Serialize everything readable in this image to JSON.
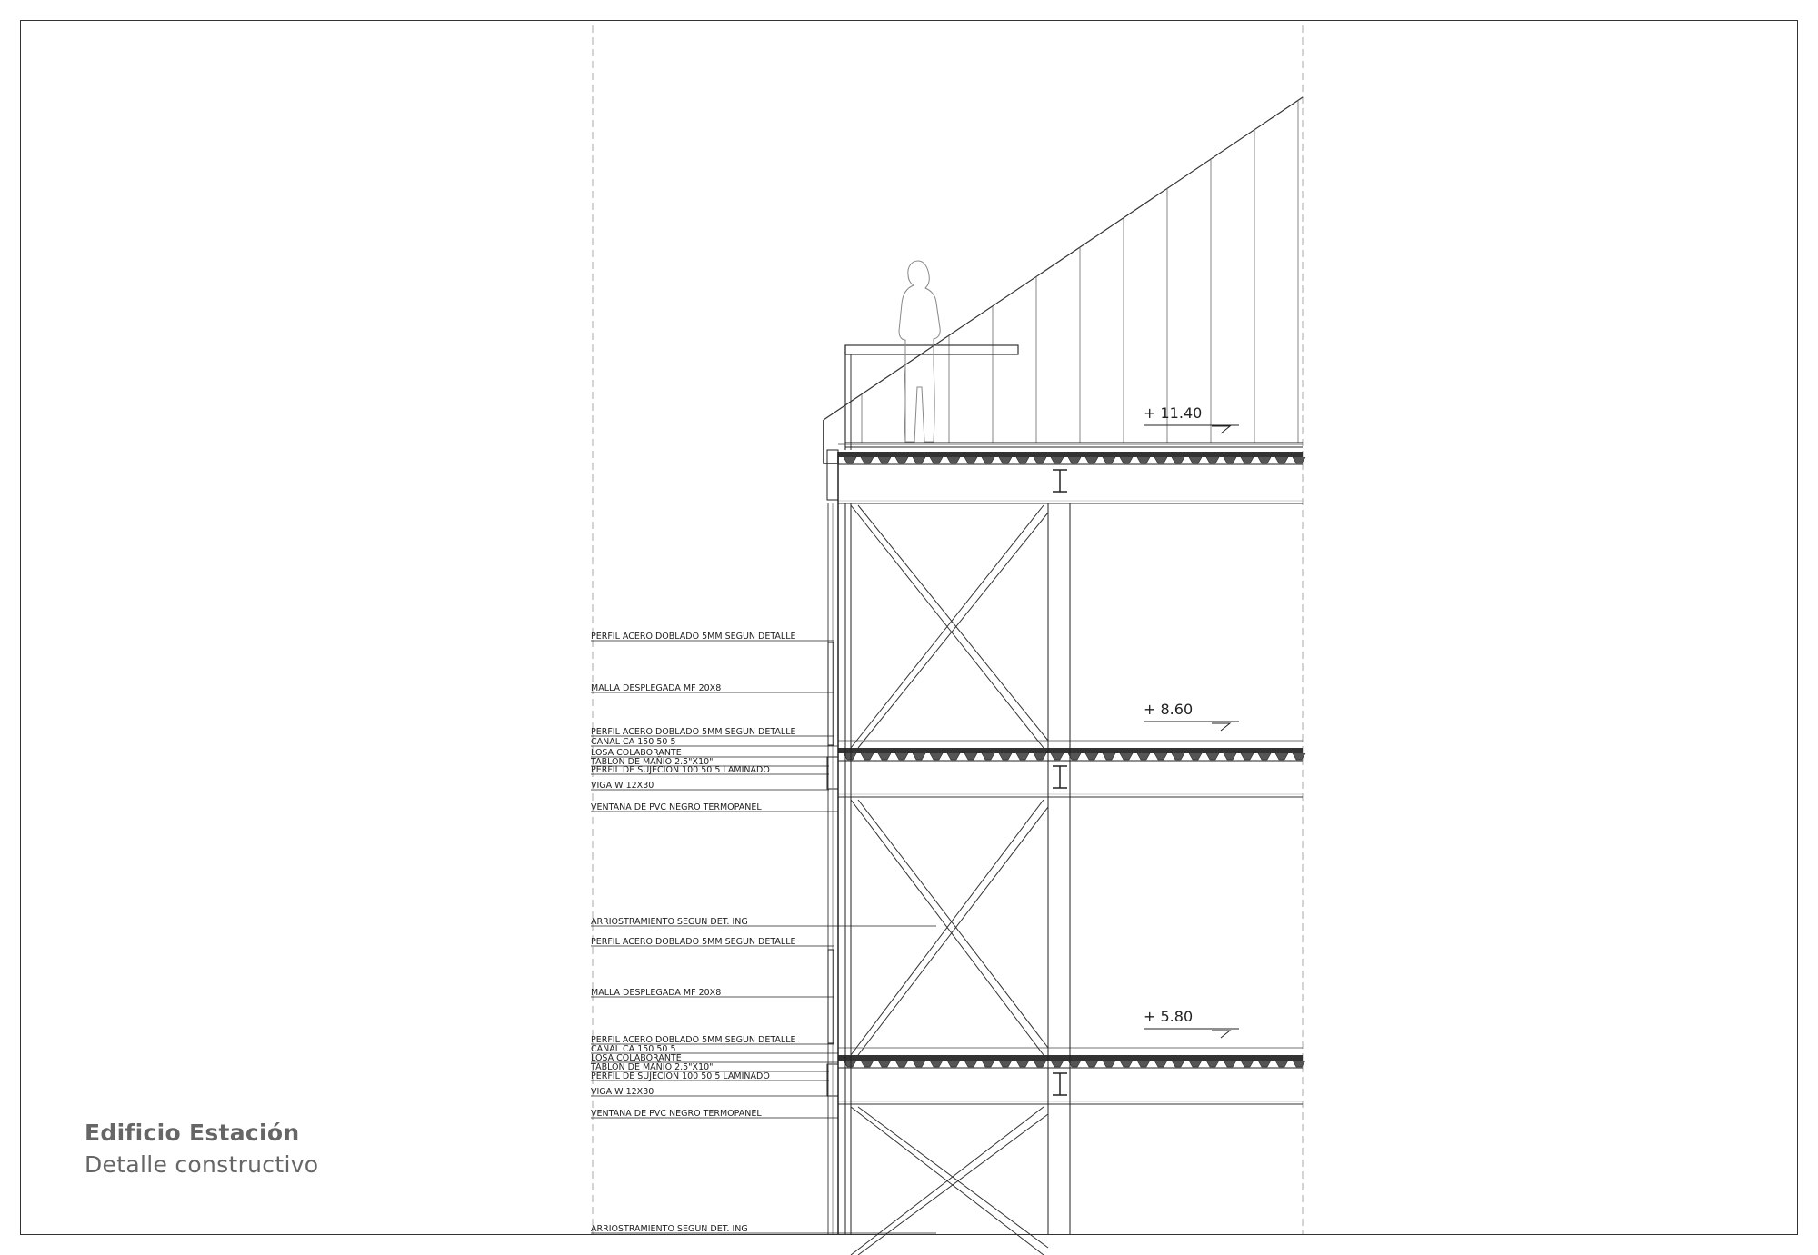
{
  "title": {
    "main": "Edificio Estación",
    "sub": "Detalle constructivo"
  },
  "levels": [
    {
      "label": "+ 11.40"
    },
    {
      "label": "+ 8.60"
    },
    {
      "label": "+ 5.80"
    }
  ],
  "annotations": [
    "PERFIL ACERO DOBLADO 5MM SEGUN DETALLE",
    "MALLA DESPLEGADA MF 20X8",
    "PERFIL ACERO DOBLADO 5MM SEGUN DETALLE",
    "CANAL CA 150 50 5",
    "LOSA COLABORANTE",
    "TABLON DE MAÑIO 2.5\"X10\"",
    "PERFIL DE SUJECION 100 50 5 LAMINADO",
    "VIGA W 12X30",
    "VENTANA DE PVC NEGRO TERMOPANEL",
    "ARRIOSTRAMIENTO SEGUN DET. ING",
    "PERFIL ACERO DOBLADO 5MM SEGUN DETALLE",
    "MALLA DESPLEGADA MF 20X8",
    "PERFIL ACERO DOBLADO 5MM SEGUN DETALLE",
    "CANAL CA 150 50 5",
    "LOSA COLABORANTE",
    "TABLON DE MAÑIO 2.5\"X10\"",
    "PERFIL DE SUJECION 100 50 5 LAMINADO",
    "VIGA W 12X30",
    "VENTANA DE PVC NEGRO TERMOPANEL",
    "ARRIOSTRAMIENTO SEGUN DET. ING"
  ],
  "colors": {
    "line": "#222222",
    "light_line": "#999999",
    "title": "#666666"
  }
}
